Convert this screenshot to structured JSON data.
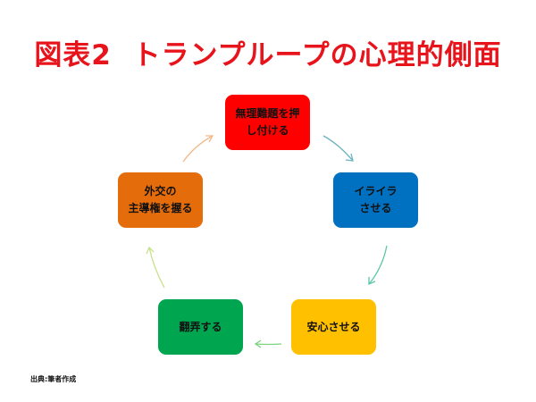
{
  "title": "図表2  トランプループの心理的側面",
  "nodes": [
    {
      "label": "無理難題を押\nし付ける",
      "color": "#ff0000"
    },
    {
      "label": "イライラ\nさせる",
      "color": "#0070c0"
    },
    {
      "label": "安心させる",
      "color": "#ffc000"
    },
    {
      "label": "翻弄する",
      "color": "#00a550"
    },
    {
      "label": "外交の\n主導権を握る",
      "color": "#e46c0a"
    }
  ],
  "arrow_colors": [
    "#6bb3c0",
    "#5cc6a8",
    "#7ad47a",
    "#c8e08a",
    "#f0b98a"
  ],
  "source": "出典:筆者作成"
}
